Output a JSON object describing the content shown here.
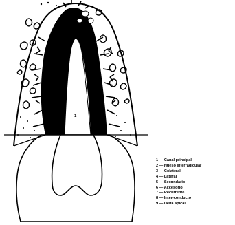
{
  "figure": {
    "number_label": "1",
    "legend": [
      {
        "num": "1",
        "text": "Canal principal"
      },
      {
        "num": "2",
        "text": "Hueso interradicular"
      },
      {
        "num": "3",
        "text": "Colateral"
      },
      {
        "num": "4",
        "text": "Lateral"
      },
      {
        "num": "5",
        "text": "Secundario"
      },
      {
        "num": "6",
        "text": "Accesorio"
      },
      {
        "num": "7",
        "text": "Recurrente"
      },
      {
        "num": "8",
        "text": "Inter-conducto"
      },
      {
        "num": "9",
        "text": "Delta apical"
      }
    ]
  },
  "colors": {
    "ink": "#000000",
    "background": "#ffffff"
  }
}
